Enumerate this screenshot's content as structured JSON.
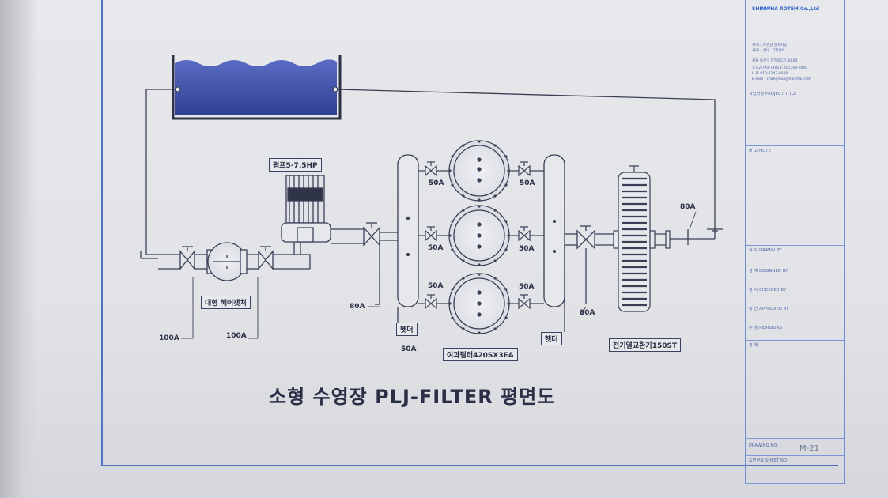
{
  "drawing": {
    "title": "소형 수영장 PLJ-FILTER 평면도",
    "labels": {
      "pump": "펌프5-7.5HP",
      "hair_catcher": "대형 헤어캣처",
      "filter": "여과필터420SX3EA",
      "heater": "전기열교환기150ST",
      "header_left": "헷더",
      "header_right": "헷더",
      "size_100a_left": "100A",
      "size_100a_right": "100A",
      "size_80a_pump": "80A",
      "size_80a_heater_in": "80A",
      "size_80a_return": "80A",
      "size_50a_bottom": "50A",
      "valve_sizes": [
        "50A",
        "50A",
        "50A",
        "50A",
        "50A",
        "50A"
      ]
    }
  },
  "title_block": {
    "company": "SHINWHA ROTEM Co.,Ltd",
    "company_lines": [
      "서우나,수영장 설계시공",
      "사우나 설비, 기계설비",
      "서울 용산구 한강로2가 40-04",
      "T: 02)790-7405 F: 02)749-0049",
      "H.P: 010-4343-0048",
      "E-mail : changmuo@hanmail.net"
    ],
    "rows": [
      {
        "label": "사업명칭 PROJECT TITLE"
      },
      {
        "label": "비 고 NOTE"
      },
      {
        "label": "작 도 DRAWN BY"
      },
      {
        "label": "설 계 DESIGNED BY"
      },
      {
        "label": "검 사 CHECKED BY"
      },
      {
        "label": "승 인 APPROVED BY"
      },
      {
        "label": "수 정 REVISIONS"
      },
      {
        "label": "축 척"
      },
      {
        "label": "DRAWING NO."
      },
      {
        "label": "도면번호 SHEET NO."
      }
    ],
    "drawing_no": "M-21"
  },
  "colors": {
    "water": "#3d4fa8",
    "line": "#3a3f55",
    "frame": "#4f72c4"
  }
}
